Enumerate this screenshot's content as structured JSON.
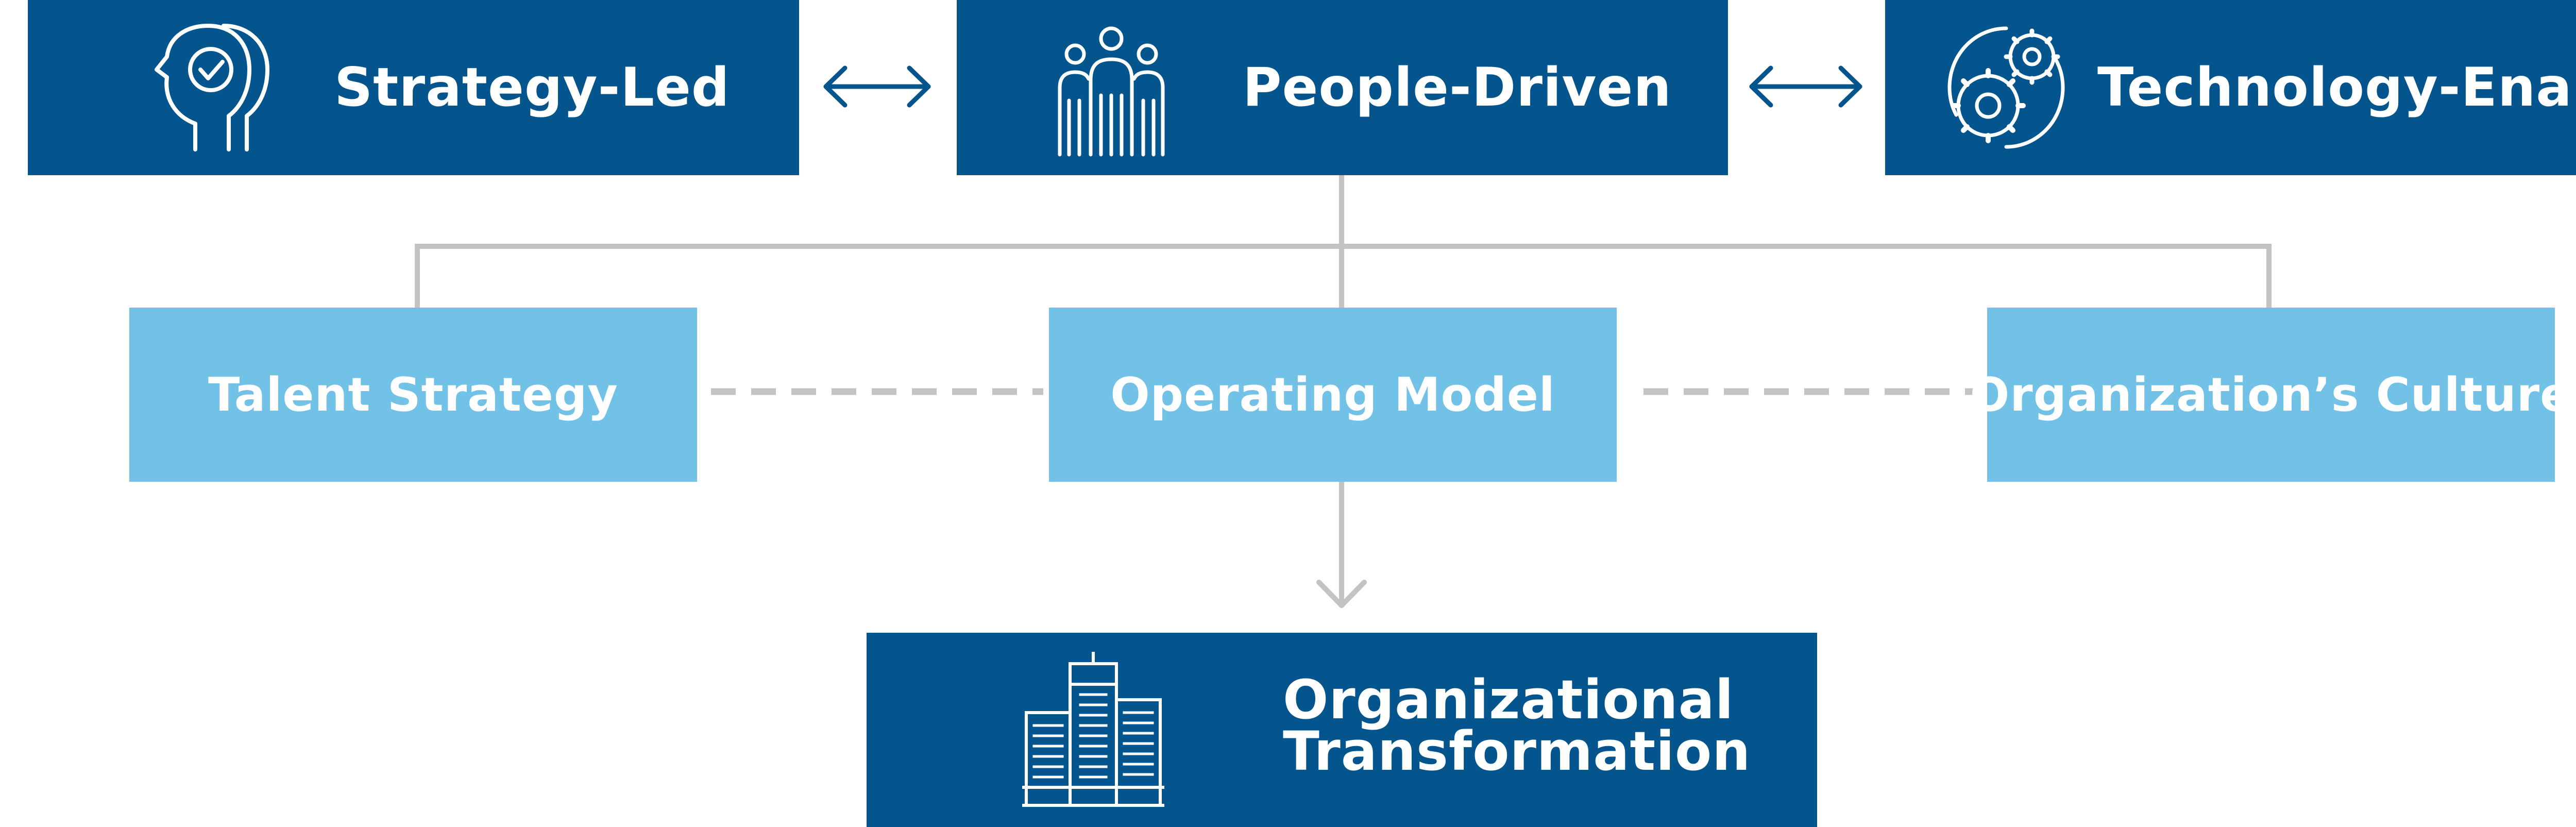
{
  "pillars": [
    {
      "label": "Strategy-Led",
      "icon": "head-check-icon"
    },
    {
      "label": "People-Driven",
      "icon": "people-group-icon"
    },
    {
      "label": "Technology-Enabled",
      "icon": "gears-icon"
    }
  ],
  "levers": [
    {
      "label": "Talent Strategy"
    },
    {
      "label": "Operating Model"
    },
    {
      "label": "Organization’s Culture"
    }
  ],
  "outcome": {
    "line1": "Organizational",
    "line2": "Transformation",
    "icon": "office-buildings-icon"
  },
  "colors": {
    "dark_box": "#04548e",
    "light_box": "#72c2e8",
    "connector": "#c3c3c3",
    "arrow": "#04548e",
    "text": "#ffffff"
  }
}
